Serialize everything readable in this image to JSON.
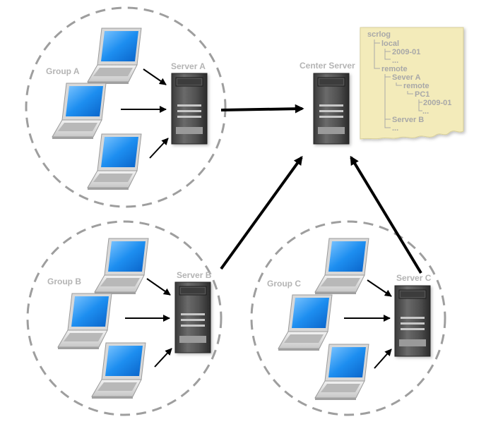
{
  "groups": {
    "a": {
      "label": "Group A",
      "server": "Server A"
    },
    "b": {
      "label": "Group B",
      "server": "Server B"
    },
    "c": {
      "label": "Group C",
      "server": "Server C"
    }
  },
  "center": {
    "label": "Center Server"
  },
  "tree": {
    "root": "scrlog",
    "local": "local",
    "local_date": "2009-01",
    "local_more": "...",
    "remote": "remote",
    "server_a": "Sever A",
    "server_a_remote": "remote",
    "pc1": "PC1",
    "pc1_date": "2009-01",
    "pc1_more": "...",
    "server_b": "Server B",
    "tail_more": "..."
  },
  "colors": {
    "circle": "#9e9e9e",
    "label": "#b4b4b4",
    "screen": "#1e88e5",
    "note": "#f3ebba"
  }
}
